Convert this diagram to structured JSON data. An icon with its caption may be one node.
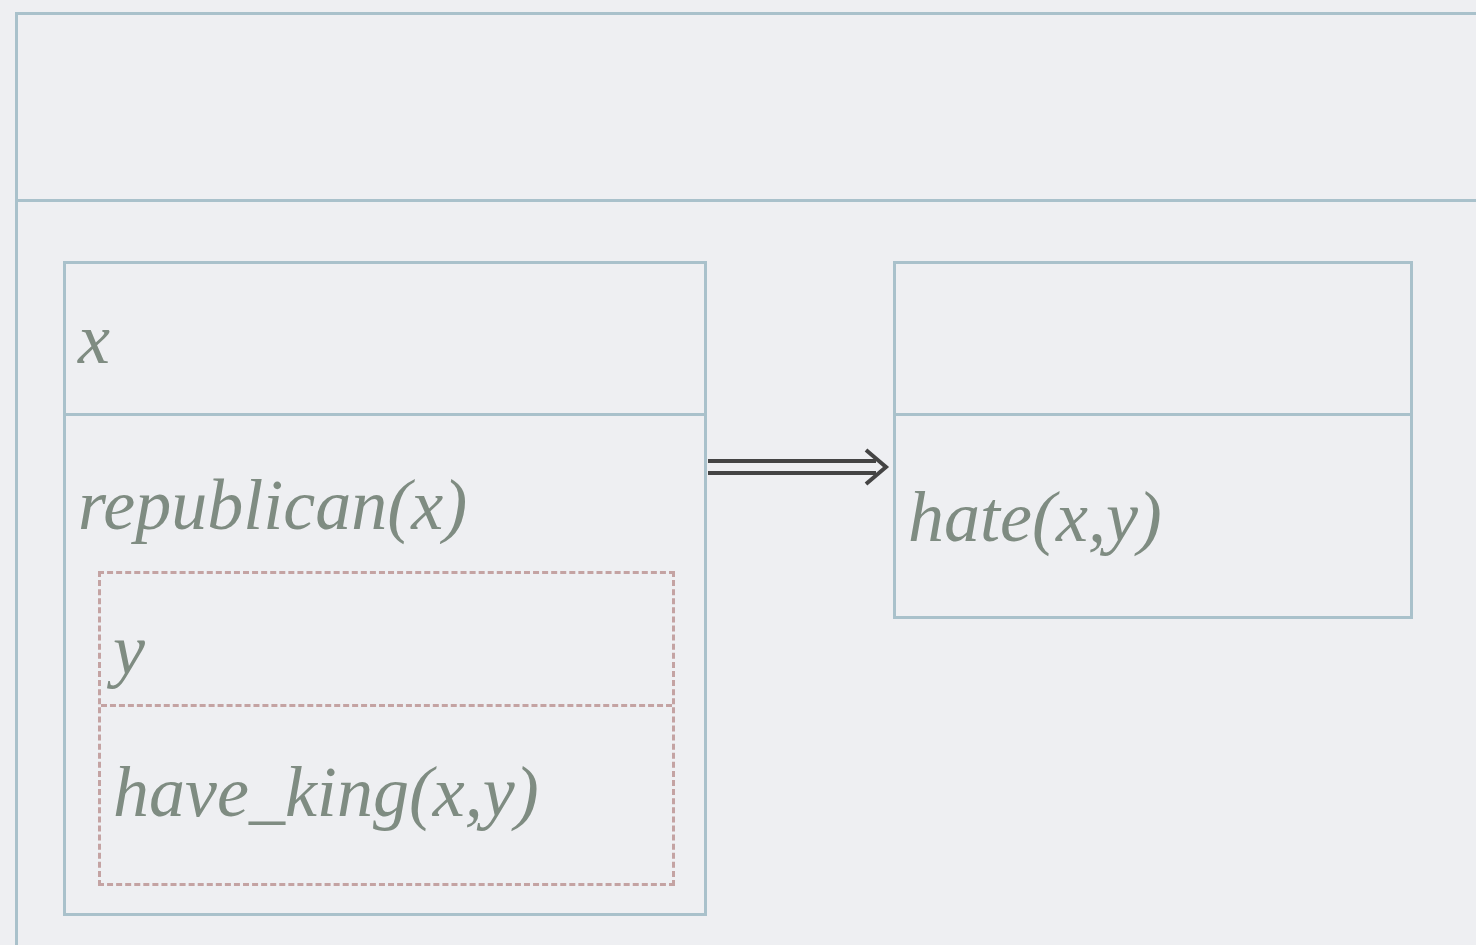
{
  "diagram": {
    "nodes": [
      {
        "text": [],
        "shape": "box"
      },
      {
        "text": [
          "x",
          "republican(x)"
        ],
        "in": 0
      },
      {
        "text": [
          "y",
          "have_king(x,y)"
        ],
        "in": 1
      },
      {
        "text": [
          "hate(x,y)"
        ],
        "in": 0
      }
    ],
    "edges": [
      {
        "from": 1,
        "to": 3,
        "arrow": "to"
      }
    ]
  }
}
